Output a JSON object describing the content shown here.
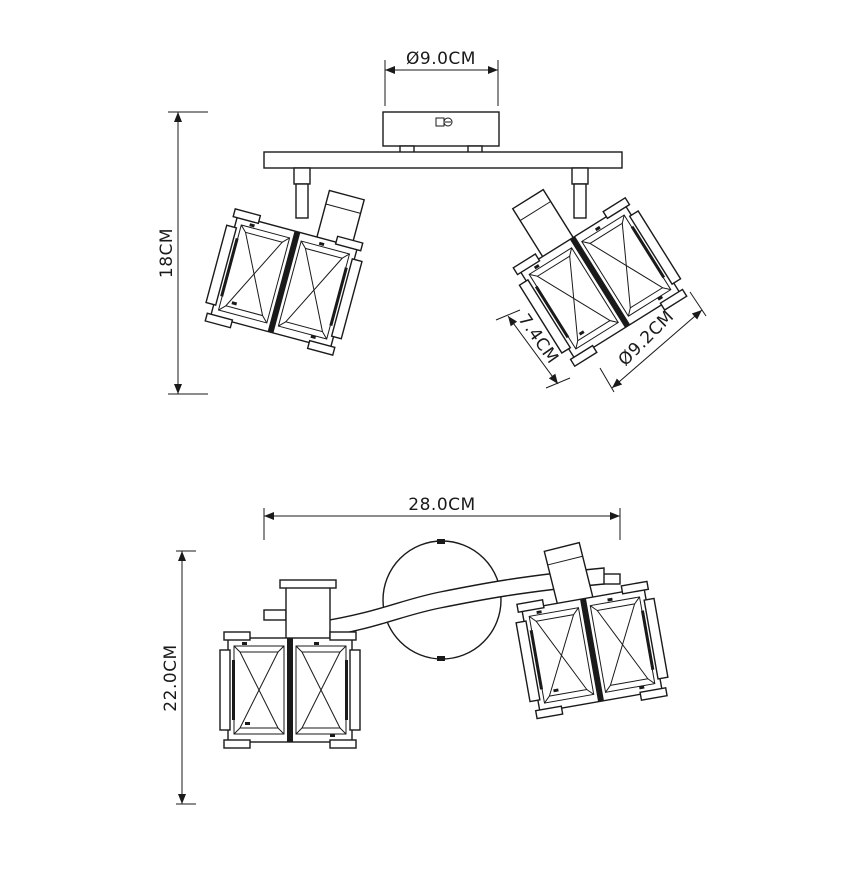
{
  "dimensions": {
    "base_diameter": "Ø9.0CM",
    "height": "18CM",
    "shade_depth": "7.4CM",
    "shade_diameter": "Ø9.2CM",
    "total_width": "28.0CM",
    "total_depth": "22.0CM"
  }
}
